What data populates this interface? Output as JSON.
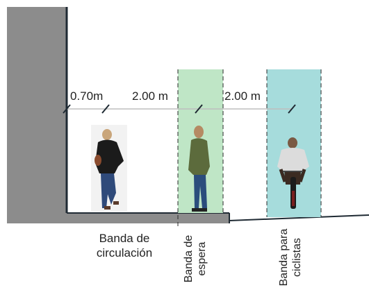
{
  "dimensions": {
    "d1": "0.70m",
    "d2": "2.00 m",
    "d3": "2.00 m"
  },
  "zones": {
    "circulacion": {
      "line1": "Banda de",
      "line2": "circulación"
    },
    "espera": {
      "line1": "Banda de",
      "line2": "espera",
      "color": "#bfe6c6"
    },
    "ciclistas": {
      "line1": "Banda para",
      "line2": "ciclistas",
      "color": "#a6dcdc"
    }
  },
  "colors": {
    "wall": "#8c8c8c",
    "ground": "#8c8c8c",
    "dimension_line": "#bdbdbd"
  }
}
